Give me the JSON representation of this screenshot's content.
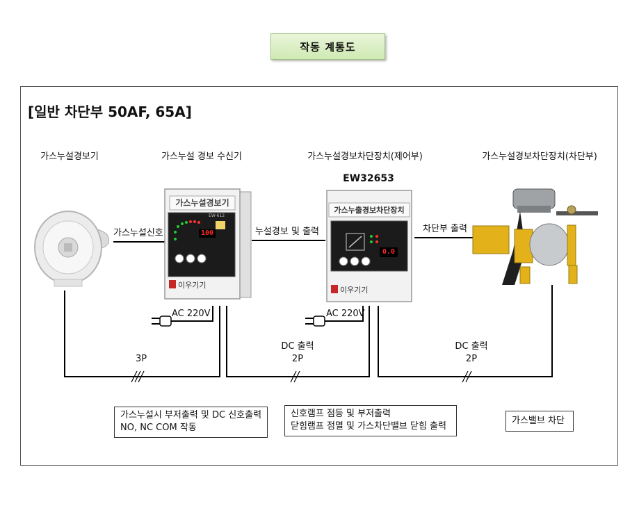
{
  "title": "작동 계통도",
  "section_title": "[일반 차단부 50AF, 65A]",
  "devices": {
    "detector": {
      "label": "가스누설경보기"
    },
    "receiver": {
      "label": "가스누설 경보 수신기",
      "panel_title": "가스누설경보기",
      "model_small": "EW-612",
      "display": "100",
      "brand": "이우기기"
    },
    "controller": {
      "label": "가스누설경보차단장치(제어부)",
      "model": "EW32653",
      "panel_title": "가스누출경보차단장치",
      "display": "0.0",
      "brand": "이우기기"
    },
    "shutoff": {
      "label": "가스누설경보차단장치(차단부)"
    }
  },
  "signals": {
    "detector_to_receiver": "가스누설신호",
    "receiver_to_controller": "누설경보 및 출력",
    "controller_to_shutoff": "차단부 출력"
  },
  "power": {
    "receiver": "AC 220V",
    "controller": "AC 220V"
  },
  "wiring": {
    "w1": {
      "line1": "",
      "line2": "3P"
    },
    "w2": {
      "line1": "DC 출력",
      "line2": "2P"
    },
    "w3": {
      "line1": "DC 출력",
      "line2": "2P"
    }
  },
  "notes": {
    "n1": {
      "line1": "가스누설시 부저출력 및 DC 신호출력",
      "line2": "NO, NC COM 작동"
    },
    "n2": {
      "line1": "신호램프 점등 및 부저출력",
      "line2": "닫힘램프 점멸 및 가스차단밸브 닫힘 출력"
    },
    "n3": {
      "line1": "가스밸브 차단"
    }
  },
  "colors": {
    "title_bg": "#d6edbf",
    "display_red": "#ff2a2a",
    "valve_yellow": "#e3b21a",
    "panel_bg": "#f2f2f2"
  }
}
